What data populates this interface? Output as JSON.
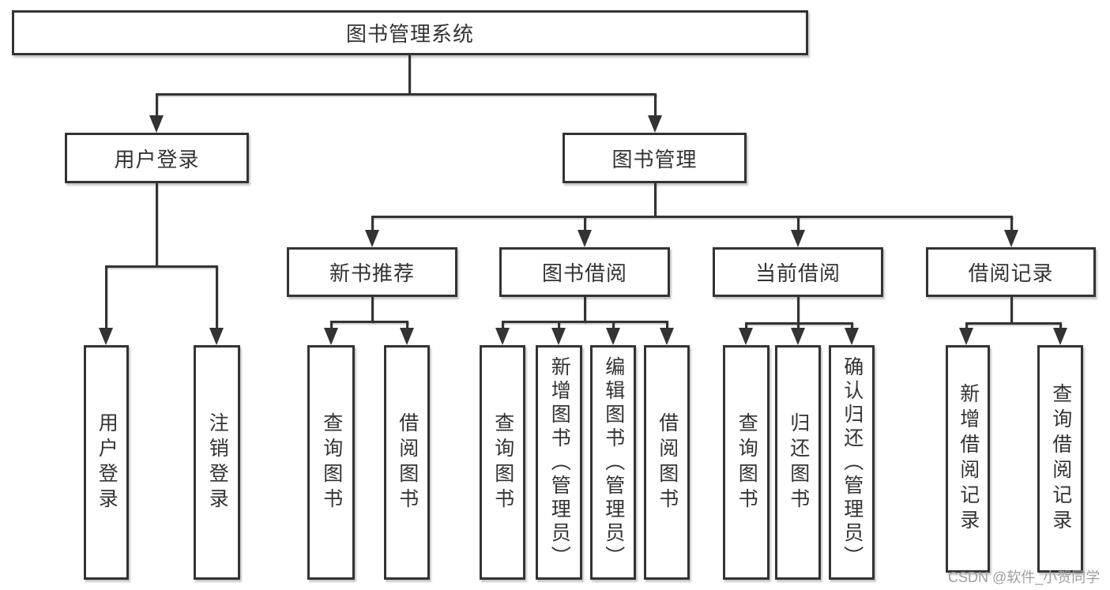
{
  "nodes": {
    "root": "图书管理系统",
    "user_login": "用户登录",
    "book_mgmt": "图书管理",
    "new_books": "新书推荐",
    "book_borrow": "图书借阅",
    "current_borrow": "当前借阅",
    "borrow_records": "借阅记录",
    "ul_user_login": "用户登录",
    "ul_logout": "注销登录",
    "nb_query_books": "查询图书",
    "nb_borrow_books": "借阅图书",
    "bb_query_books": "查询图书",
    "bb_add_books": "新增图书（管理员）",
    "bb_edit_books": "编辑图书（管理员）",
    "bb_borrow_books": "借阅图书",
    "cb_query_books": "查询图书",
    "cb_return_books": "归还图书",
    "cb_confirm_return": "确认归还（管理员）",
    "br_add_record": "新增借阅记录",
    "br_query_record": "查询借阅记录"
  },
  "watermark": "CSDN @软件_小贺同学",
  "colors": {
    "line": "#333333",
    "text": "#333333",
    "watermark": "#9e9e9e",
    "background": "#ffffff"
  }
}
